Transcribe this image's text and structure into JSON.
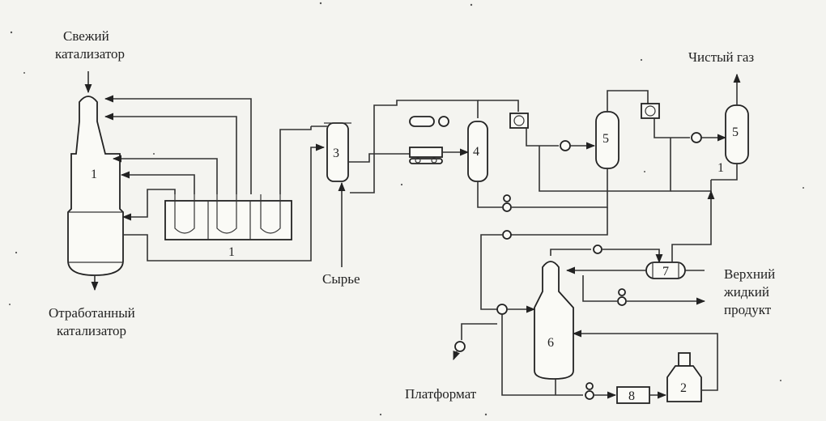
{
  "labels": {
    "fresh_catalyst_line1": "Свежий",
    "fresh_catalyst_line2": "катализатор",
    "spent_catalyst_line1": "Отработанный",
    "spent_catalyst_line2": "катализатор",
    "feed": "Сырье",
    "clean_gas": "Чистый газ",
    "top_liquid_line1": "Верхний",
    "top_liquid_line2": "жидкий",
    "top_liquid_line3": "продукт",
    "platformate": "Платформат"
  },
  "equipment_numbers": {
    "reactor": "1",
    "heater": "1",
    "vessel_3": "3",
    "vessel_4": "4",
    "separator_5a": "5",
    "separator_5b": "5",
    "column_6": "6",
    "vessel_7": "7",
    "exchanger_8": "8",
    "furnace_2": "2"
  },
  "small_marks": {
    "near_separator_5b": "1"
  },
  "colors": {
    "ink": "#222222",
    "background": "#f4f4f0"
  }
}
